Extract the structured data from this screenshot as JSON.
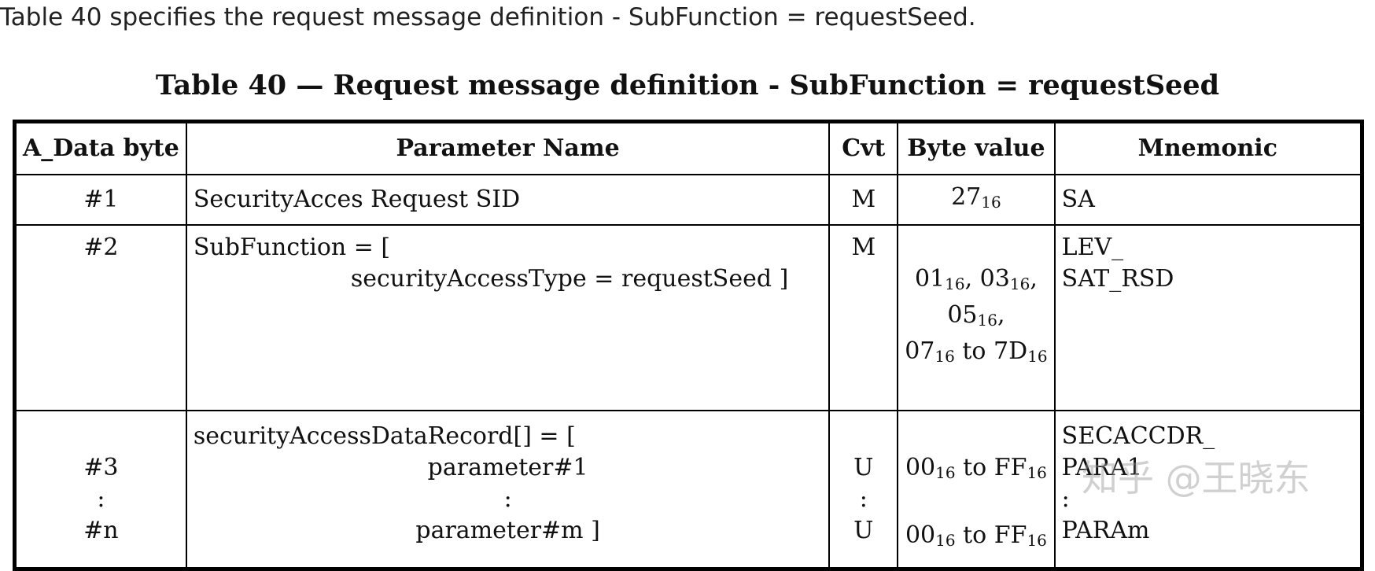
{
  "intro_text": "Table 40 specifies the request message definition - SubFunction = requestSeed.",
  "caption": "Table 40 — Request message definition - SubFunction = requestSeed",
  "headers": {
    "a_data_byte": "A_Data byte",
    "parameter_name": "Parameter Name",
    "cvt": "Cvt",
    "byte_value": "Byte value",
    "mnemonic": "Mnemonic"
  },
  "rows": [
    {
      "byte": "#1",
      "param": "SecurityAcces Request SID",
      "cvt": "M",
      "value_main": "27",
      "value_sub": "16",
      "mnemonic": "SA"
    },
    {
      "byte": "#2",
      "param_line1": "SubFunction = [",
      "param_line2": "securityAccessType = requestSeed ]",
      "cvt": "M",
      "v_a": "01",
      "v_a_sub": "16",
      "v_b": "03",
      "v_b_sub": "16",
      "v_c": "05",
      "v_c_sub": "16",
      "v_d": "07",
      "v_d_sub": "16",
      "v_to": "to",
      "v_e": "7D",
      "v_e_sub": "16",
      "mnemonic_line1": "LEV_",
      "mnemonic_line2": "SAT_RSD"
    },
    {
      "byte_first": "#3",
      "byte_mid": ":",
      "byte_last": "#n",
      "param_line1": "securityAccessDataRecord[] = [",
      "param_line2": "parameter#1",
      "param_line3": ":",
      "param_line4": "parameter#m ]",
      "cvt_first": "U",
      "cvt_mid": ":",
      "cvt_last": "U",
      "val1_a": "00",
      "val1_a_sub": "16",
      "val1_to": "to",
      "val1_b": "FF",
      "val1_b_sub": "16",
      "val2_a": "00",
      "val2_a_sub": "16",
      "val2_to": "to",
      "val2_b": "FF",
      "val2_b_sub": "16",
      "mnemonic_line1": "SECACCDR_",
      "mnemonic_line2": "PARA1",
      "mnemonic_line3": ":",
      "mnemonic_line4": "PARAm"
    }
  ],
  "watermark": "知乎 @王晓东"
}
